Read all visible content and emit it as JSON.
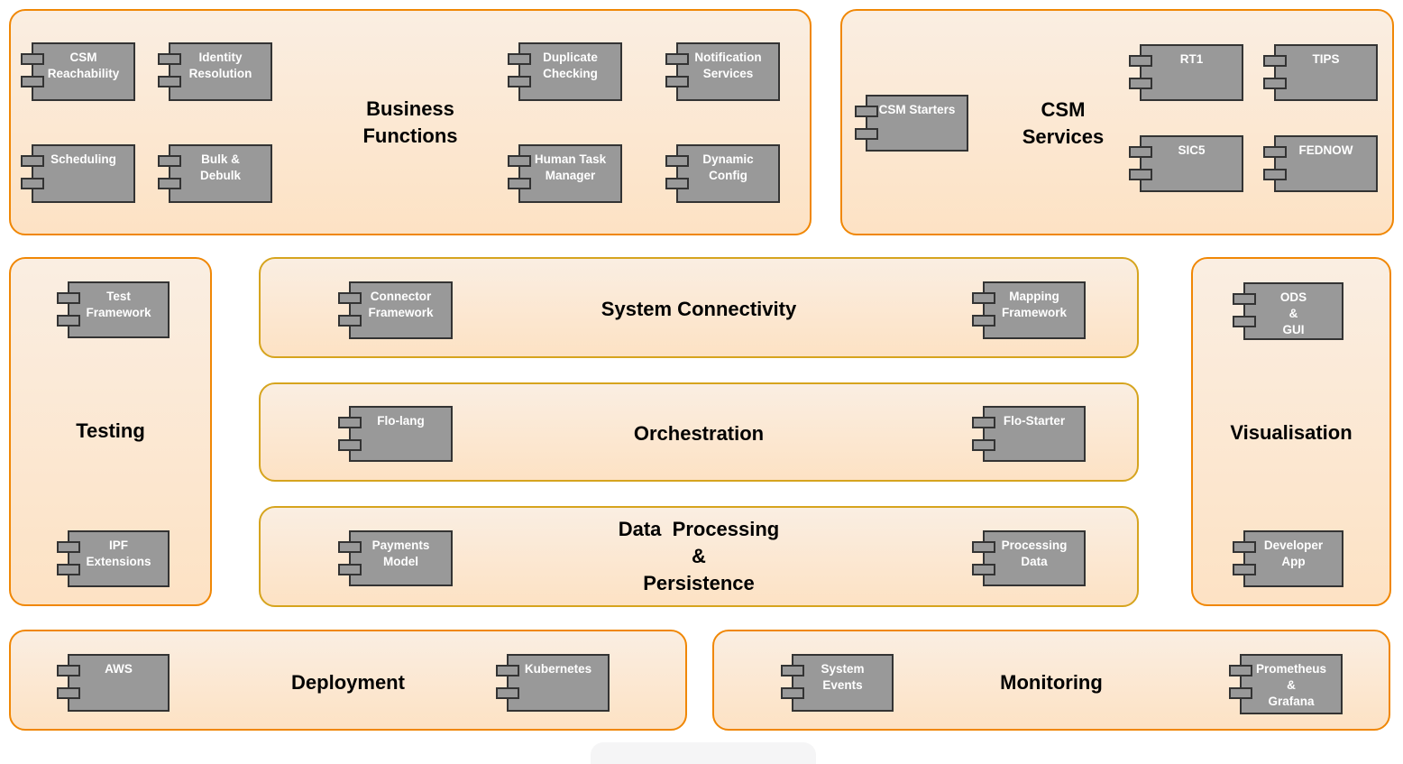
{
  "colors": {
    "group_border_orange": "#F08705",
    "group_border_gold": "#D6A41E",
    "group_fill_top": "#FAEEE2",
    "group_fill_bottom": "#FDE2C4",
    "component_fill": "#999999",
    "component_border": "#333333",
    "component_text": "#FFFFFF",
    "group_label_text": "#000000"
  },
  "groups": [
    {
      "title": "Business\nFunctions",
      "components": [
        {
          "label": "CSM\nReachability"
        },
        {
          "label": "Identity\nResolution"
        },
        {
          "label": "Duplicate\nChecking"
        },
        {
          "label": "Notification\nServices"
        },
        {
          "label": "Scheduling"
        },
        {
          "label": "Bulk &\nDebulk"
        },
        {
          "label": "Human Task\nManager"
        },
        {
          "label": "Dynamic\nConfig"
        }
      ]
    },
    {
      "title": "CSM\nServices",
      "components": [
        {
          "label": "CSM Starters"
        },
        {
          "label": "RT1"
        },
        {
          "label": "TIPS"
        },
        {
          "label": "SIC5"
        },
        {
          "label": "FEDNOW"
        }
      ]
    },
    {
      "title": "Testing",
      "components": [
        {
          "label": "Test\nFramework"
        },
        {
          "label": "IPF\nExtensions"
        }
      ]
    },
    {
      "title": "System Connectivity",
      "components": [
        {
          "label": "Connector\nFramework"
        },
        {
          "label": "Mapping\nFramework"
        }
      ]
    },
    {
      "title": "Orchestration",
      "components": [
        {
          "label": "Flo-lang"
        },
        {
          "label": "Flo-Starter"
        }
      ]
    },
    {
      "title": "Data  Processing\n&\nPersistence",
      "components": [
        {
          "label": "Payments\nModel"
        },
        {
          "label": "Processing\nData"
        }
      ]
    },
    {
      "title": "Visualisation",
      "components": [
        {
          "label": "ODS\n&\nGUI"
        },
        {
          "label": "Developer\nApp"
        }
      ]
    },
    {
      "title": "Deployment",
      "components": [
        {
          "label": "AWS"
        },
        {
          "label": "Kubernetes"
        }
      ]
    },
    {
      "title": "Monitoring",
      "components": [
        {
          "label": "System\nEvents"
        },
        {
          "label": "Prometheus\n&\nGrafana"
        }
      ]
    }
  ]
}
